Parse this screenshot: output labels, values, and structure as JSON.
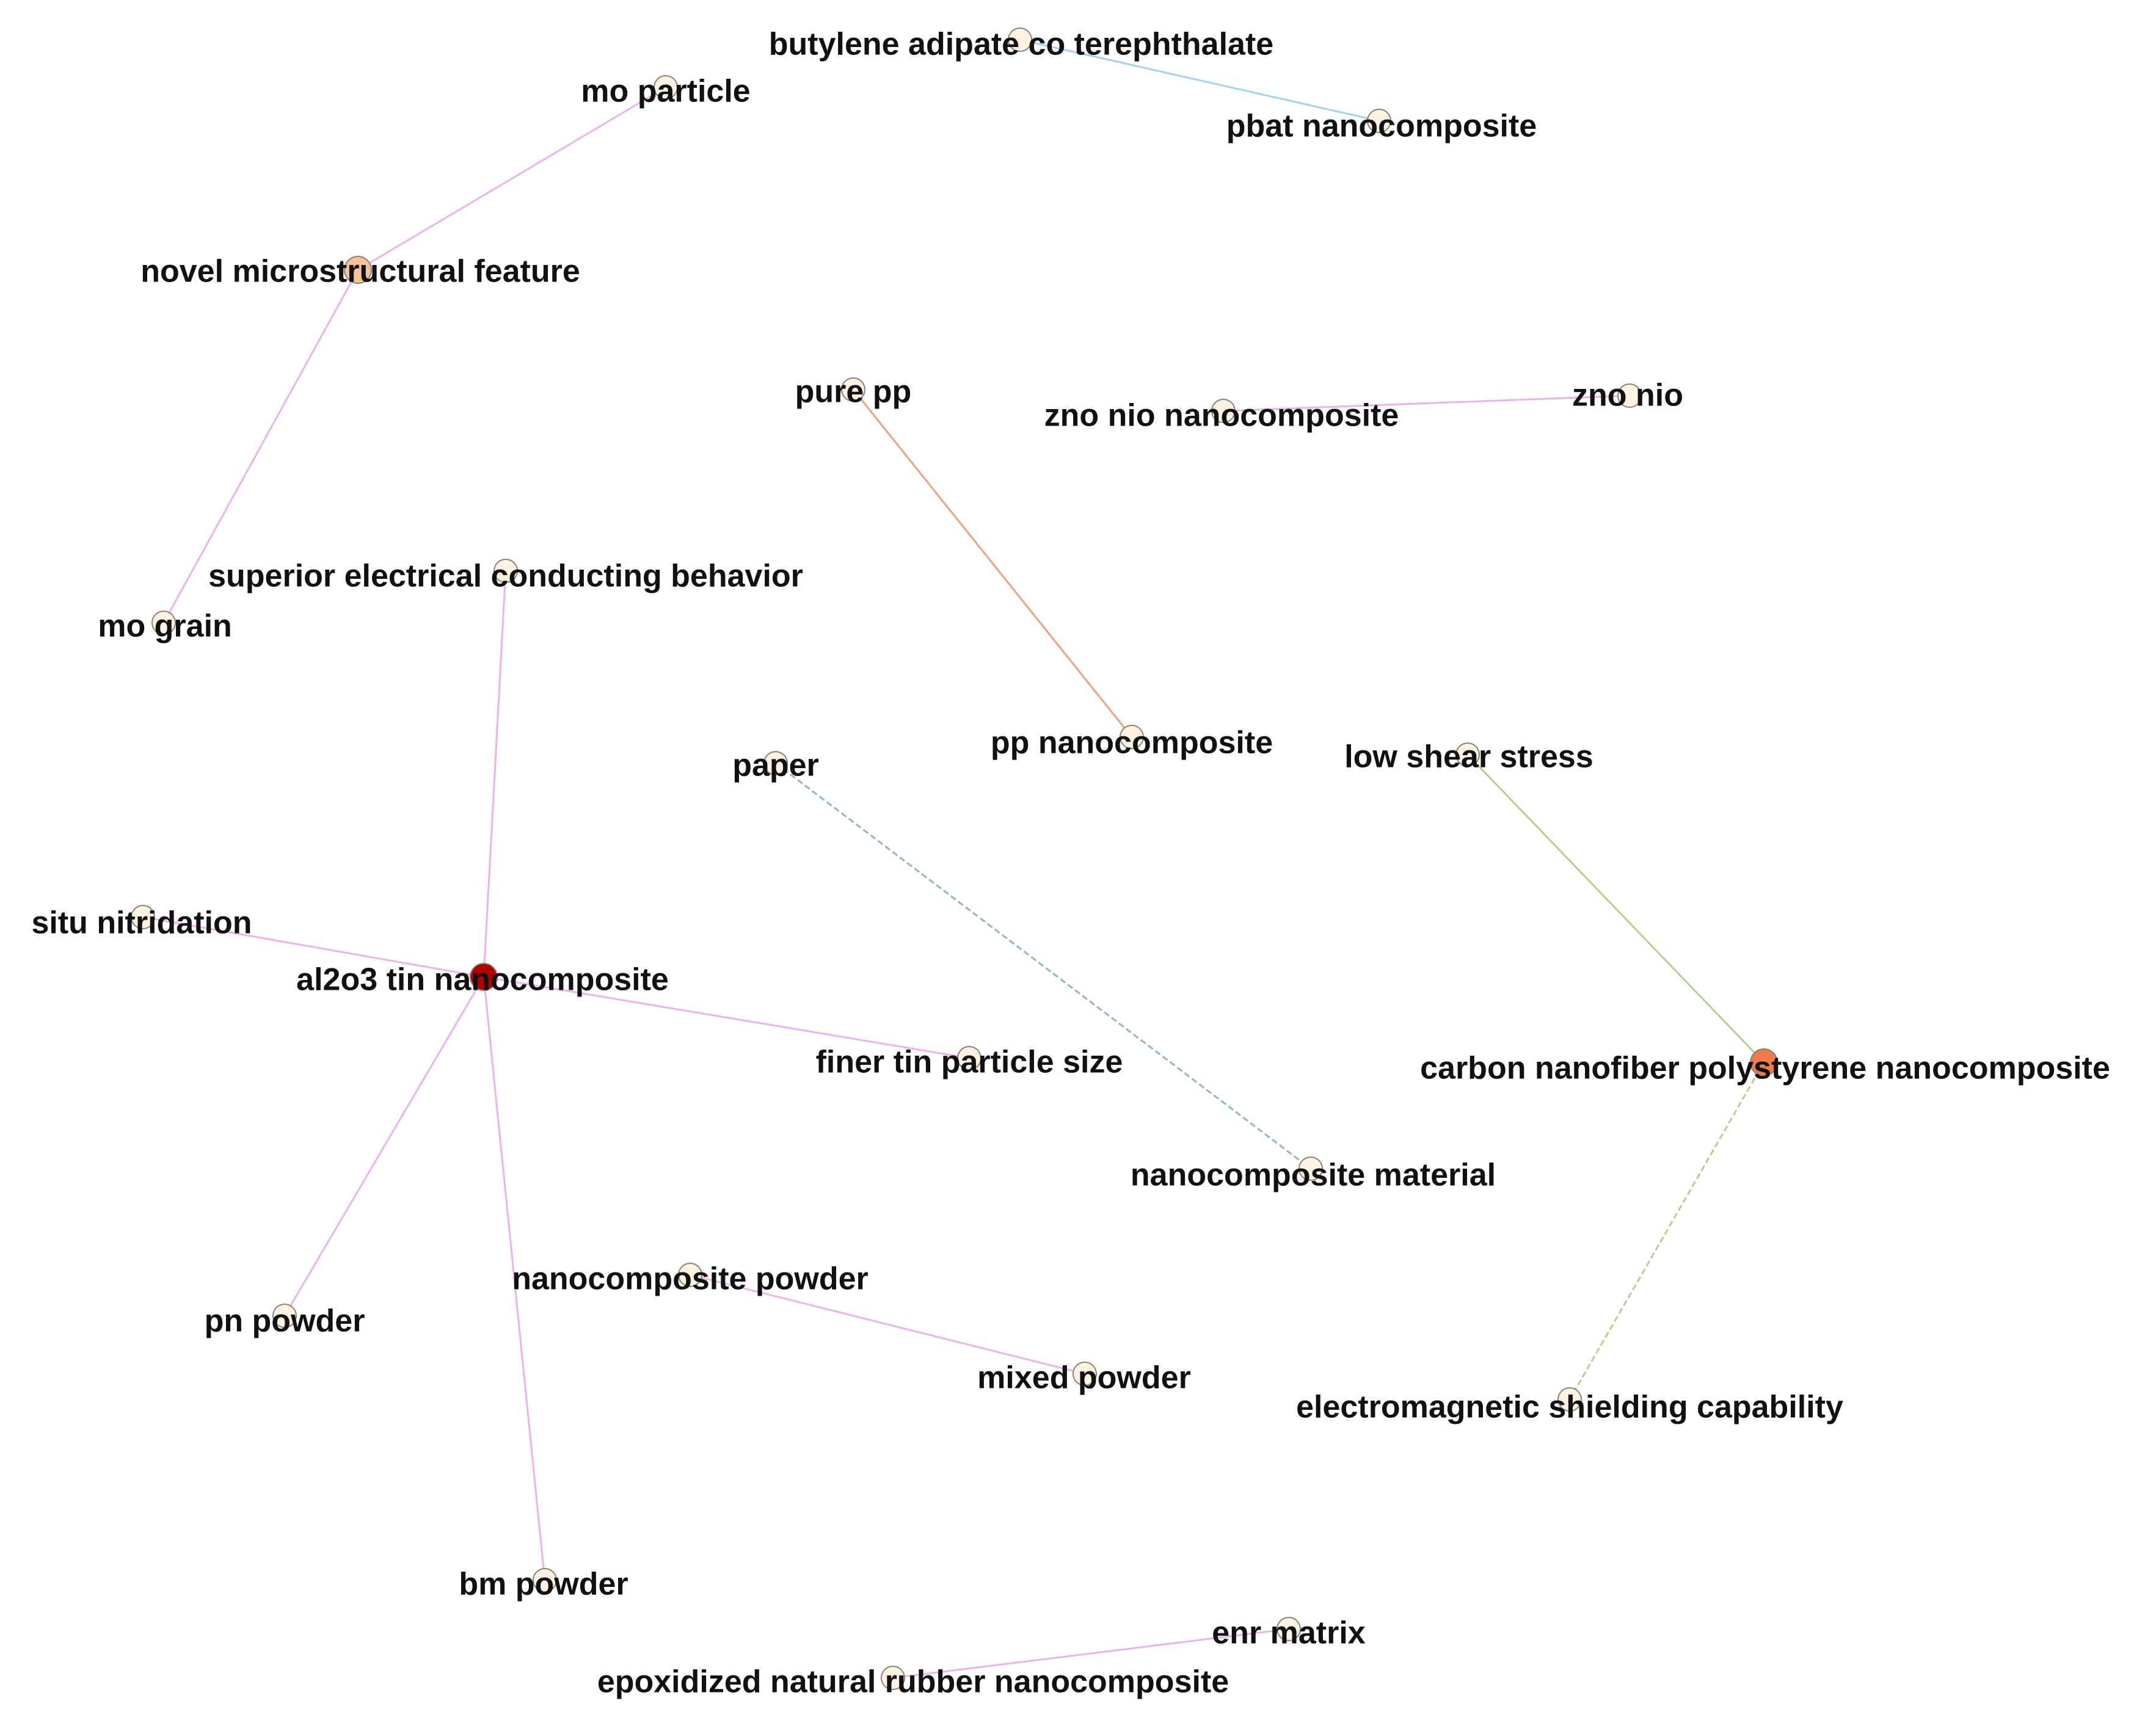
{
  "graph": {
    "nodes": [
      {
        "id": "butylene_adipate",
        "label": "butylene adipate co terephthalate",
        "color": "#fdf2e2"
      },
      {
        "id": "pbat_nano",
        "label": "pbat nanocomposite",
        "color": "#fdf2e2"
      },
      {
        "id": "mo_particle",
        "label": "mo particle",
        "color": "#fdf2e2"
      },
      {
        "id": "novel_micro",
        "label": "novel microstructural feature",
        "color": "#f7c29a"
      },
      {
        "id": "pure_pp",
        "label": "pure pp",
        "color": "#fdf2e2"
      },
      {
        "id": "zno_nio_nano",
        "label": "zno nio nanocomposite",
        "color": "#fdf2e2"
      },
      {
        "id": "zno_nio",
        "label": "zno nio",
        "color": "#fdf2e2"
      },
      {
        "id": "superior_elec",
        "label": "superior electrical conducting behavior",
        "color": "#fdf2e2"
      },
      {
        "id": "mo_grain",
        "label": "mo grain",
        "color": "#fdf2e2"
      },
      {
        "id": "pp_nano",
        "label": "pp nanocomposite",
        "color": "#fdf2e2"
      },
      {
        "id": "paper",
        "label": "paper",
        "color": "#fdf2e2"
      },
      {
        "id": "low_shear",
        "label": "low shear stress",
        "color": "#fdf2e2"
      },
      {
        "id": "situ_nitridation",
        "label": "situ nitridation",
        "color": "#fdf2e2"
      },
      {
        "id": "al2o3_tin",
        "label": "al2o3 tin nanocomposite",
        "color": "#b30000"
      },
      {
        "id": "finer_tin",
        "label": "finer tin particle size",
        "color": "#fdf2e2"
      },
      {
        "id": "carbon_nanofiber",
        "label": "carbon nanofiber polystyrene nanocomposite",
        "color": "#ef7a4a"
      },
      {
        "id": "nano_material",
        "label": "nanocomposite material",
        "color": "#fdf2e2"
      },
      {
        "id": "nano_powder",
        "label": "nanocomposite powder",
        "color": "#fdf2e2"
      },
      {
        "id": "pn_powder",
        "label": "pn powder",
        "color": "#fdf2e2"
      },
      {
        "id": "mixed_powder",
        "label": "mixed powder",
        "color": "#fdf2e2"
      },
      {
        "id": "em_shielding",
        "label": "electromagnetic shielding capability",
        "color": "#fdf2e2"
      },
      {
        "id": "bm_powder",
        "label": "bm powder",
        "color": "#fdf2e2"
      },
      {
        "id": "enr_matrix",
        "label": "enr matrix",
        "color": "#fdf2e2"
      },
      {
        "id": "epoxidized",
        "label": "epoxidized natural rubber nanocomposite",
        "color": "#fdf2e2"
      }
    ],
    "edges": [
      {
        "from": "butylene_adipate",
        "to": "pbat_nano",
        "color": "#9fd3f2"
      },
      {
        "from": "mo_particle",
        "to": "novel_micro",
        "color": "#eab3ec"
      },
      {
        "from": "novel_micro",
        "to": "mo_grain",
        "color": "#eab3ec"
      },
      {
        "from": "zno_nio_nano",
        "to": "zno_nio",
        "color": "#eab3ec"
      },
      {
        "from": "pure_pp",
        "to": "pp_nano",
        "color": "#f3a080"
      },
      {
        "from": "superior_elec",
        "to": "al2o3_tin",
        "color": "#eab3ec"
      },
      {
        "from": "situ_nitridation",
        "to": "al2o3_tin",
        "color": "#eab3ec"
      },
      {
        "from": "al2o3_tin",
        "to": "finer_tin",
        "color": "#eab3ec"
      },
      {
        "from": "al2o3_tin",
        "to": "pn_powder",
        "color": "#eab3ec"
      },
      {
        "from": "al2o3_tin",
        "to": "bm_powder",
        "color": "#eab3ec"
      },
      {
        "from": "paper",
        "to": "nano_material",
        "color": "#8fbab8",
        "dashed": true
      },
      {
        "from": "low_shear",
        "to": "carbon_nanofiber",
        "color": "#b5cf8f"
      },
      {
        "from": "carbon_nanofiber",
        "to": "em_shielding",
        "color": "#b5cf8f",
        "dashed": true
      },
      {
        "from": "nano_powder",
        "to": "mixed_powder",
        "color": "#eab3ec"
      },
      {
        "from": "enr_matrix",
        "to": "epoxidized",
        "color": "#eab3ec"
      }
    ]
  }
}
